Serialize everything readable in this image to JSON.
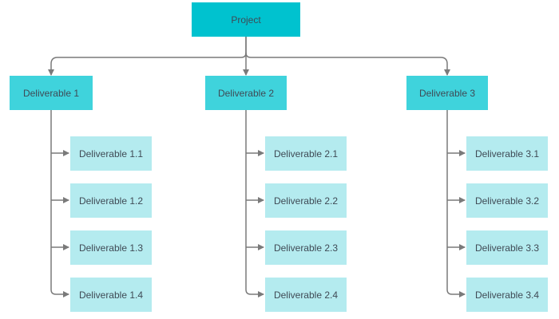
{
  "diagram": {
    "root": {
      "label": "Project"
    },
    "deliverables": [
      {
        "label": "Deliverable 1",
        "items": [
          "Deliverable 1.1",
          "Deliverable 1.2",
          "Deliverable 1.3",
          "Deliverable 1.4"
        ]
      },
      {
        "label": "Deliverable 2",
        "items": [
          "Deliverable 2.1",
          "Deliverable 2.2",
          "Deliverable 2.3",
          "Deliverable 2.4"
        ]
      },
      {
        "label": "Deliverable 3",
        "items": [
          "Deliverable 3.1",
          "Deliverable 3.2",
          "Deliverable 3.3",
          "Deliverable 3.4"
        ]
      }
    ]
  },
  "colors": {
    "root_fill": "#00c2cf",
    "level1_fill": "#3fd3dc",
    "level2_fill": "#b4ebef",
    "connector": "#7a7a7a",
    "text": "#3f4a55"
  }
}
